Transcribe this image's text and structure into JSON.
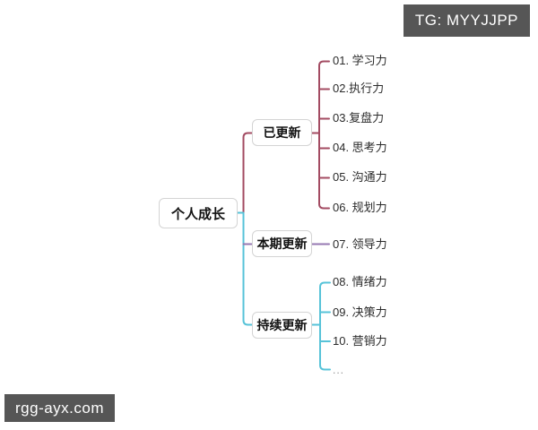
{
  "watermarks": {
    "top": "TG: MYYJJPP",
    "bottom": "rgg-ayx.com"
  },
  "colors": {
    "branch_updated": "#A34B62",
    "branch_current": "#9678B2",
    "branch_continuous": "#57C3D8",
    "node_border": "#D4D4D4",
    "badge_bg": "#565656"
  },
  "mindmap": {
    "root": {
      "label": "个人成长"
    },
    "branches": [
      {
        "label": "已更新",
        "color": "#A34B62",
        "children": [
          "01. 学习力",
          "02.执行力",
          "03.复盘力",
          "04. 思考力",
          "05. 沟通力",
          "06. 规划力"
        ]
      },
      {
        "label": "本期更新",
        "color": "#9678B2",
        "children": [
          "07. 领导力"
        ]
      },
      {
        "label": "持续更新",
        "color": "#57C3D8",
        "children": [
          "08. 情绪力",
          "09. 决策力",
          "10. 营销力",
          "..."
        ]
      }
    ]
  }
}
